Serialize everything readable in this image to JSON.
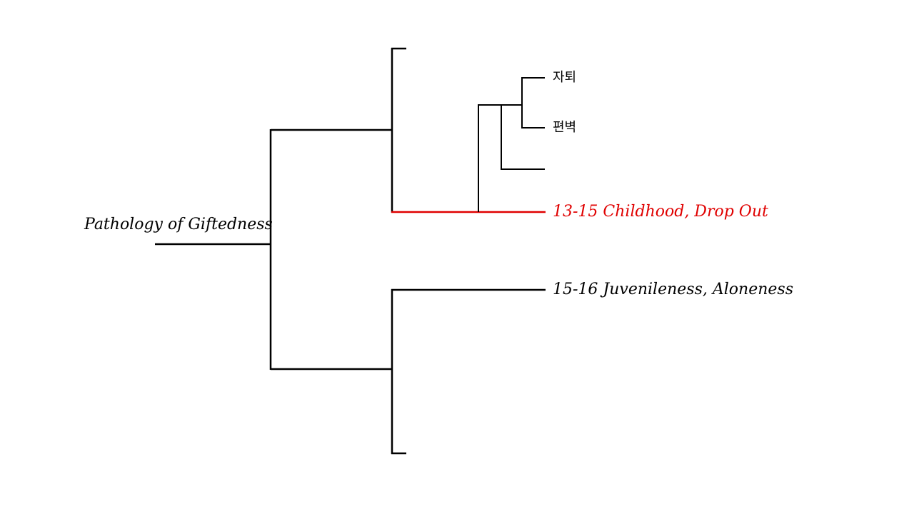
{
  "root": {
    "label": "Pathology of Giftedness"
  },
  "branches": [
    {
      "label": "13-15 Childhood, Drop Out",
      "highlighted": true
    },
    {
      "label": "15-16 Juvenileness, Aloneness",
      "highlighted": false
    }
  ],
  "sub_branches": [
    {
      "label": "자퇴"
    },
    {
      "label": "편벽"
    }
  ],
  "colors": {
    "line": "#000000",
    "highlight": "#e00000",
    "text": "#000000"
  }
}
